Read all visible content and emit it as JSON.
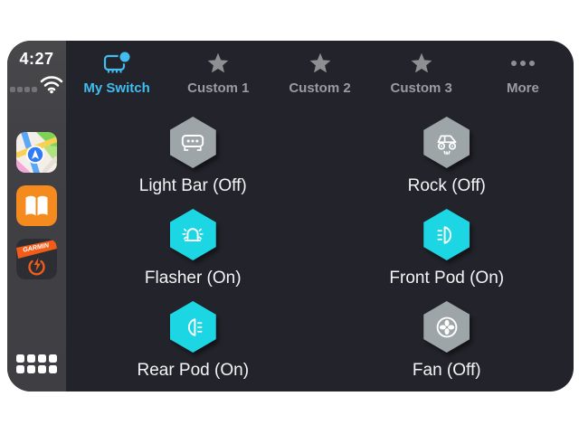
{
  "statusbar": {
    "time": "4:27"
  },
  "sidebar": {
    "apps": [
      {
        "name": "maps"
      },
      {
        "name": "books"
      },
      {
        "name": "garmin-powerswitch",
        "brand_text": "GARMIN"
      }
    ]
  },
  "tabs": [
    {
      "label": "My Switch",
      "icon": "switch-panel-icon",
      "active": true
    },
    {
      "label": "Custom 1",
      "icon": "star-icon",
      "active": false
    },
    {
      "label": "Custom 2",
      "icon": "star-icon",
      "active": false
    },
    {
      "label": "Custom 3",
      "icon": "star-icon",
      "active": false
    },
    {
      "label": "More",
      "icon": "ellipsis-icon",
      "active": false
    }
  ],
  "switches": [
    {
      "name": "Light Bar",
      "state": "Off",
      "label": "Light Bar (Off)",
      "icon": "light-bar-icon"
    },
    {
      "name": "Rock",
      "state": "Off",
      "label": "Rock (Off)",
      "icon": "rock-lights-icon"
    },
    {
      "name": "Flasher",
      "state": "On",
      "label": "Flasher (On)",
      "icon": "flasher-beacon-icon"
    },
    {
      "name": "Front Pod",
      "state": "On",
      "label": "Front Pod (On)",
      "icon": "front-pod-light-icon"
    },
    {
      "name": "Rear Pod",
      "state": "On",
      "label": "Rear Pod (On)",
      "icon": "rear-pod-light-icon"
    },
    {
      "name": "Fan",
      "state": "Off",
      "label": "Fan (Off)",
      "icon": "fan-icon"
    }
  ],
  "colors": {
    "screen_bg": "#23232B",
    "sidebar_bg": "#414145",
    "switch_on": "#1CD6E3",
    "switch_off": "#9DA5A9",
    "tab_active": "#41BDEF",
    "tab_inactive": "#9B9BA3",
    "label": "#F4F4F6",
    "star": "#8E8E93",
    "garmin_orange": "#F25C19",
    "books_orange": "#F58A1F"
  }
}
